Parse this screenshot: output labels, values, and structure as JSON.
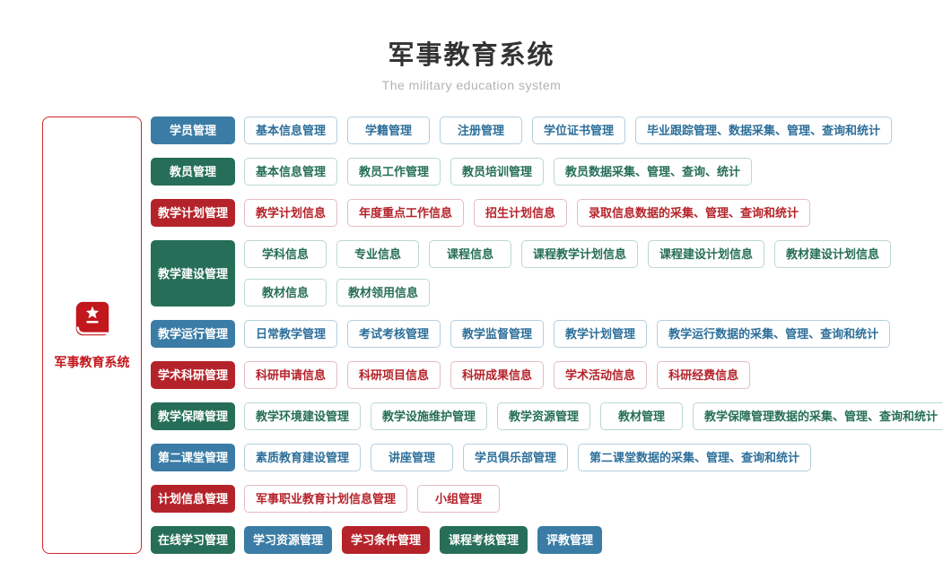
{
  "page": {
    "title": "军事教育系统",
    "subtitle": "The military education system"
  },
  "sidebar": {
    "label": "军事教育系统",
    "icon": "book-star-icon",
    "border_color": "#d0272c",
    "icon_color": "#c2171d"
  },
  "colors": {
    "blue": {
      "fill": "#3a7ca5",
      "text": "#2e6f9a",
      "border": "#b3cfdf"
    },
    "green": {
      "fill": "#266e58",
      "text": "#266e58",
      "border": "#badacb"
    },
    "red": {
      "fill": "#b5232a",
      "text": "#b5232a",
      "border": "#e6bdbf"
    }
  },
  "rows": [
    {
      "theme": "blue",
      "header": "学员管理",
      "item_rows": [
        [
          {
            "label": "基本信息管理"
          },
          {
            "label": "学籍管理"
          },
          {
            "label": "注册管理"
          },
          {
            "label": "学位证书管理"
          },
          {
            "label": "毕业跟踪管理、数据采集、管理、查询和统计"
          }
        ]
      ]
    },
    {
      "theme": "green",
      "header": "教员管理",
      "item_rows": [
        [
          {
            "label": "基本信息管理"
          },
          {
            "label": "教员工作管理"
          },
          {
            "label": "教员培训管理"
          },
          {
            "label": "教员数据采集、管理、查询、统计"
          }
        ]
      ]
    },
    {
      "theme": "red",
      "header": "教学计划管理",
      "item_rows": [
        [
          {
            "label": "教学计划信息"
          },
          {
            "label": "年度重点工作信息"
          },
          {
            "label": "招生计划信息"
          },
          {
            "label": "录取信息数据的采集、管理、查询和统计"
          }
        ]
      ]
    },
    {
      "theme": "green",
      "header": "教学建设管理",
      "item_rows": [
        [
          {
            "label": "学科信息"
          },
          {
            "label": "专业信息"
          },
          {
            "label": "课程信息"
          },
          {
            "label": "课程教学计划信息"
          },
          {
            "label": "课程建设计划信息"
          },
          {
            "label": "教材建设计划信息"
          }
        ],
        [
          {
            "label": "教材信息"
          },
          {
            "label": "教材领用信息"
          }
        ]
      ]
    },
    {
      "theme": "blue",
      "header": "教学运行管理",
      "item_rows": [
        [
          {
            "label": "日常教学管理"
          },
          {
            "label": "考试考核管理"
          },
          {
            "label": "教学监督管理"
          },
          {
            "label": "教学计划管理"
          },
          {
            "label": "教学运行数据的采集、管理、查询和统计"
          }
        ]
      ]
    },
    {
      "theme": "red",
      "header": "学术科研管理",
      "item_rows": [
        [
          {
            "label": "科研申请信息"
          },
          {
            "label": "科研项目信息"
          },
          {
            "label": "科研成果信息"
          },
          {
            "label": "学术活动信息"
          },
          {
            "label": "科研经费信息"
          }
        ]
      ]
    },
    {
      "theme": "green",
      "header": "教学保障管理",
      "item_rows": [
        [
          {
            "label": "教学环境建设管理"
          },
          {
            "label": "教学设施维护管理"
          },
          {
            "label": "教学资源管理"
          },
          {
            "label": "教材管理"
          },
          {
            "label": "教学保障管理数据的采集、管理、查询和统计"
          }
        ]
      ]
    },
    {
      "theme": "blue",
      "header": "第二课堂管理",
      "item_rows": [
        [
          {
            "label": "素质教育建设管理"
          },
          {
            "label": "讲座管理"
          },
          {
            "label": "学员俱乐部管理"
          },
          {
            "label": "第二课堂数据的采集、管理、查询和统计"
          }
        ]
      ]
    },
    {
      "theme": "red",
      "header": "计划信息管理",
      "item_rows": [
        [
          {
            "label": "军事职业教育计划信息管理"
          },
          {
            "label": "小组管理"
          }
        ]
      ]
    },
    {
      "theme": "green",
      "header": "在线学习管理",
      "item_rows": [
        [
          {
            "label": "学习资源管理",
            "theme": "blue",
            "filled": true
          },
          {
            "label": "学习条件管理",
            "theme": "red",
            "filled": true
          },
          {
            "label": "课程考核管理",
            "theme": "green",
            "filled": true
          },
          {
            "label": "评教管理",
            "theme": "blue",
            "filled": true
          }
        ]
      ]
    }
  ]
}
